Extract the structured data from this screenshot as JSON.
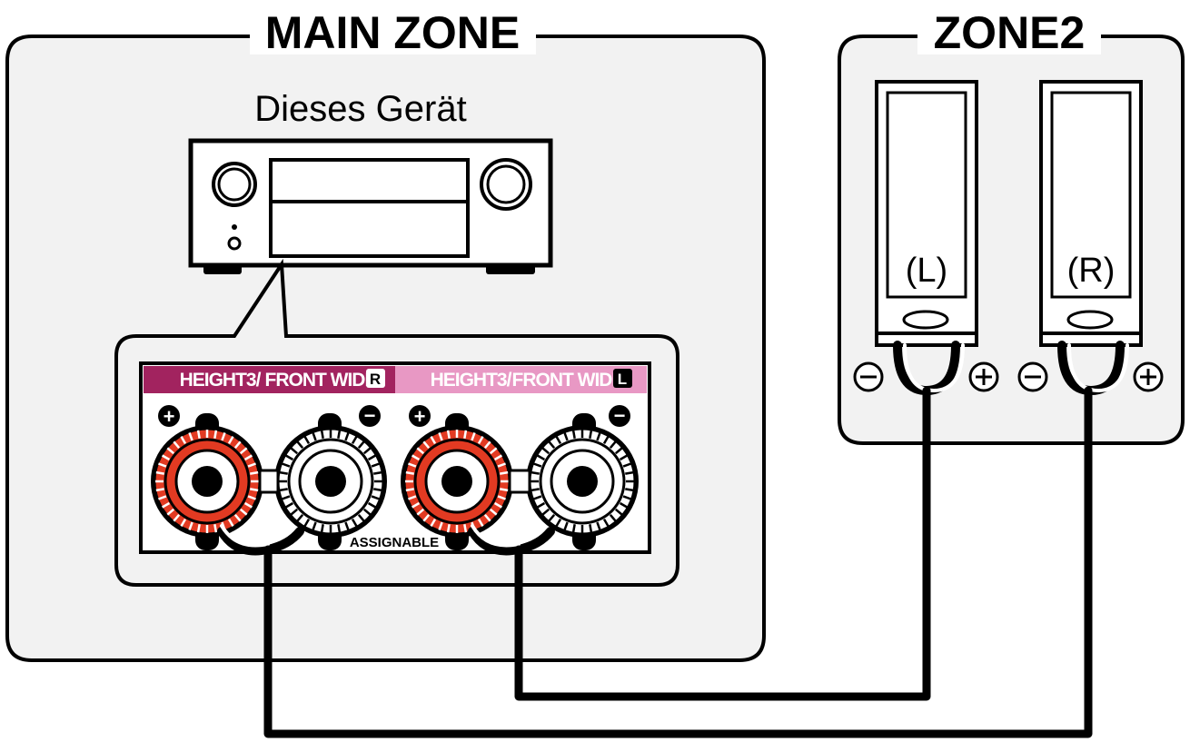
{
  "main_zone": {
    "title": "MAIN ZONE",
    "device_label": "Dieses Gerät"
  },
  "zone2": {
    "title": "ZONE2"
  },
  "panel": {
    "section_r": {
      "height_label": "HEIGHT3/",
      "front_label": "FRONT WIDE",
      "badge": "R"
    },
    "section_l": {
      "height_label": "HEIGHT3/",
      "front_label": "FRONT WIDE",
      "badge": "L"
    },
    "assignable_label": "ASSIGNABLE",
    "plus_symbol": "+",
    "minus_symbol": "−"
  },
  "speakers": {
    "left_label": "(L)",
    "right_label": "(R)",
    "plus_symbol": "+",
    "minus_symbol": "−"
  },
  "colors": {
    "section_r_bg": "#a2235f",
    "section_l_bg": "#e898c4",
    "terminal_red": "#e23a22",
    "panel_bg": "#f2f2f2",
    "zone_bg": "#f2f2f2"
  }
}
